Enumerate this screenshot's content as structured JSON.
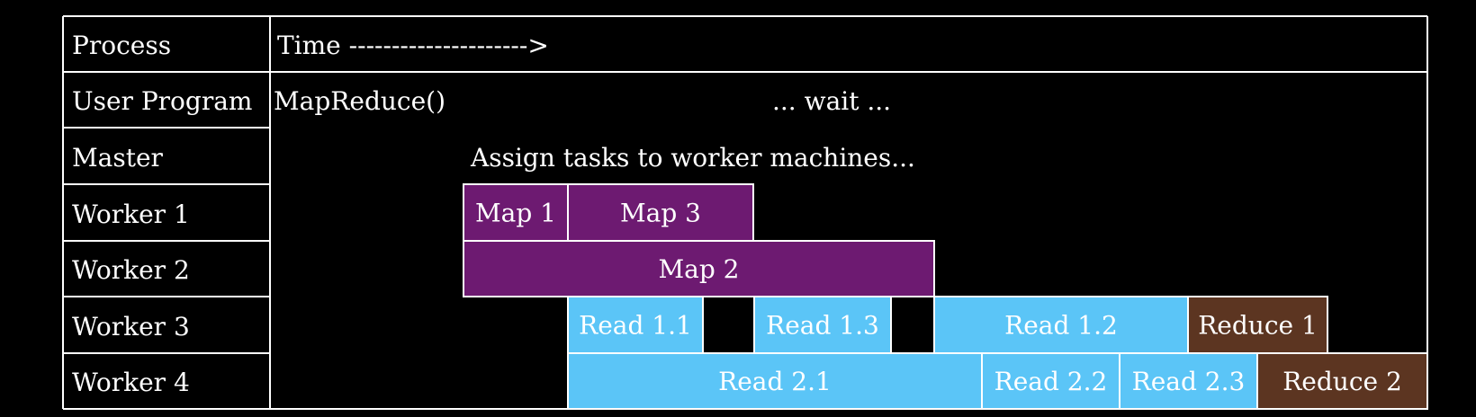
{
  "header": {
    "process_label": "Process",
    "time_label": "Time --------------------->"
  },
  "rows": [
    {
      "label": "User Program"
    },
    {
      "label": "Master"
    },
    {
      "label": "Worker 1"
    },
    {
      "label": "Worker 2"
    },
    {
      "label": "Worker 3"
    },
    {
      "label": "Worker 4"
    }
  ],
  "text_annotations": [
    {
      "row": 0,
      "text": "MapReduce()"
    },
    {
      "row": 0,
      "text": "... wait ..."
    },
    {
      "row": 1,
      "text": "Assign tasks to worker machines..."
    }
  ],
  "tasks": [
    {
      "row": 2,
      "label": "Map 1",
      "kind": "map"
    },
    {
      "row": 2,
      "label": "Map 3",
      "kind": "map"
    },
    {
      "row": 3,
      "label": "Map 2",
      "kind": "map"
    },
    {
      "row": 4,
      "label": "Read 1.1",
      "kind": "read"
    },
    {
      "row": 4,
      "label": "Read 1.3",
      "kind": "read"
    },
    {
      "row": 4,
      "label": "Read 1.2",
      "kind": "read"
    },
    {
      "row": 4,
      "label": "Reduce 1",
      "kind": "reduce"
    },
    {
      "row": 5,
      "label": "Read 2.1",
      "kind": "read"
    },
    {
      "row": 5,
      "label": "Read 2.2",
      "kind": "read"
    },
    {
      "row": 5,
      "label": "Read 2.3",
      "kind": "read"
    },
    {
      "row": 5,
      "label": "Reduce 2",
      "kind": "reduce"
    }
  ],
  "colors": {
    "background": "#000000",
    "grid_line": "#ffffff",
    "text": "#ffffff",
    "map": "#6d1a71",
    "read": "#5bc5f7",
    "reduce": "#5c3521"
  }
}
